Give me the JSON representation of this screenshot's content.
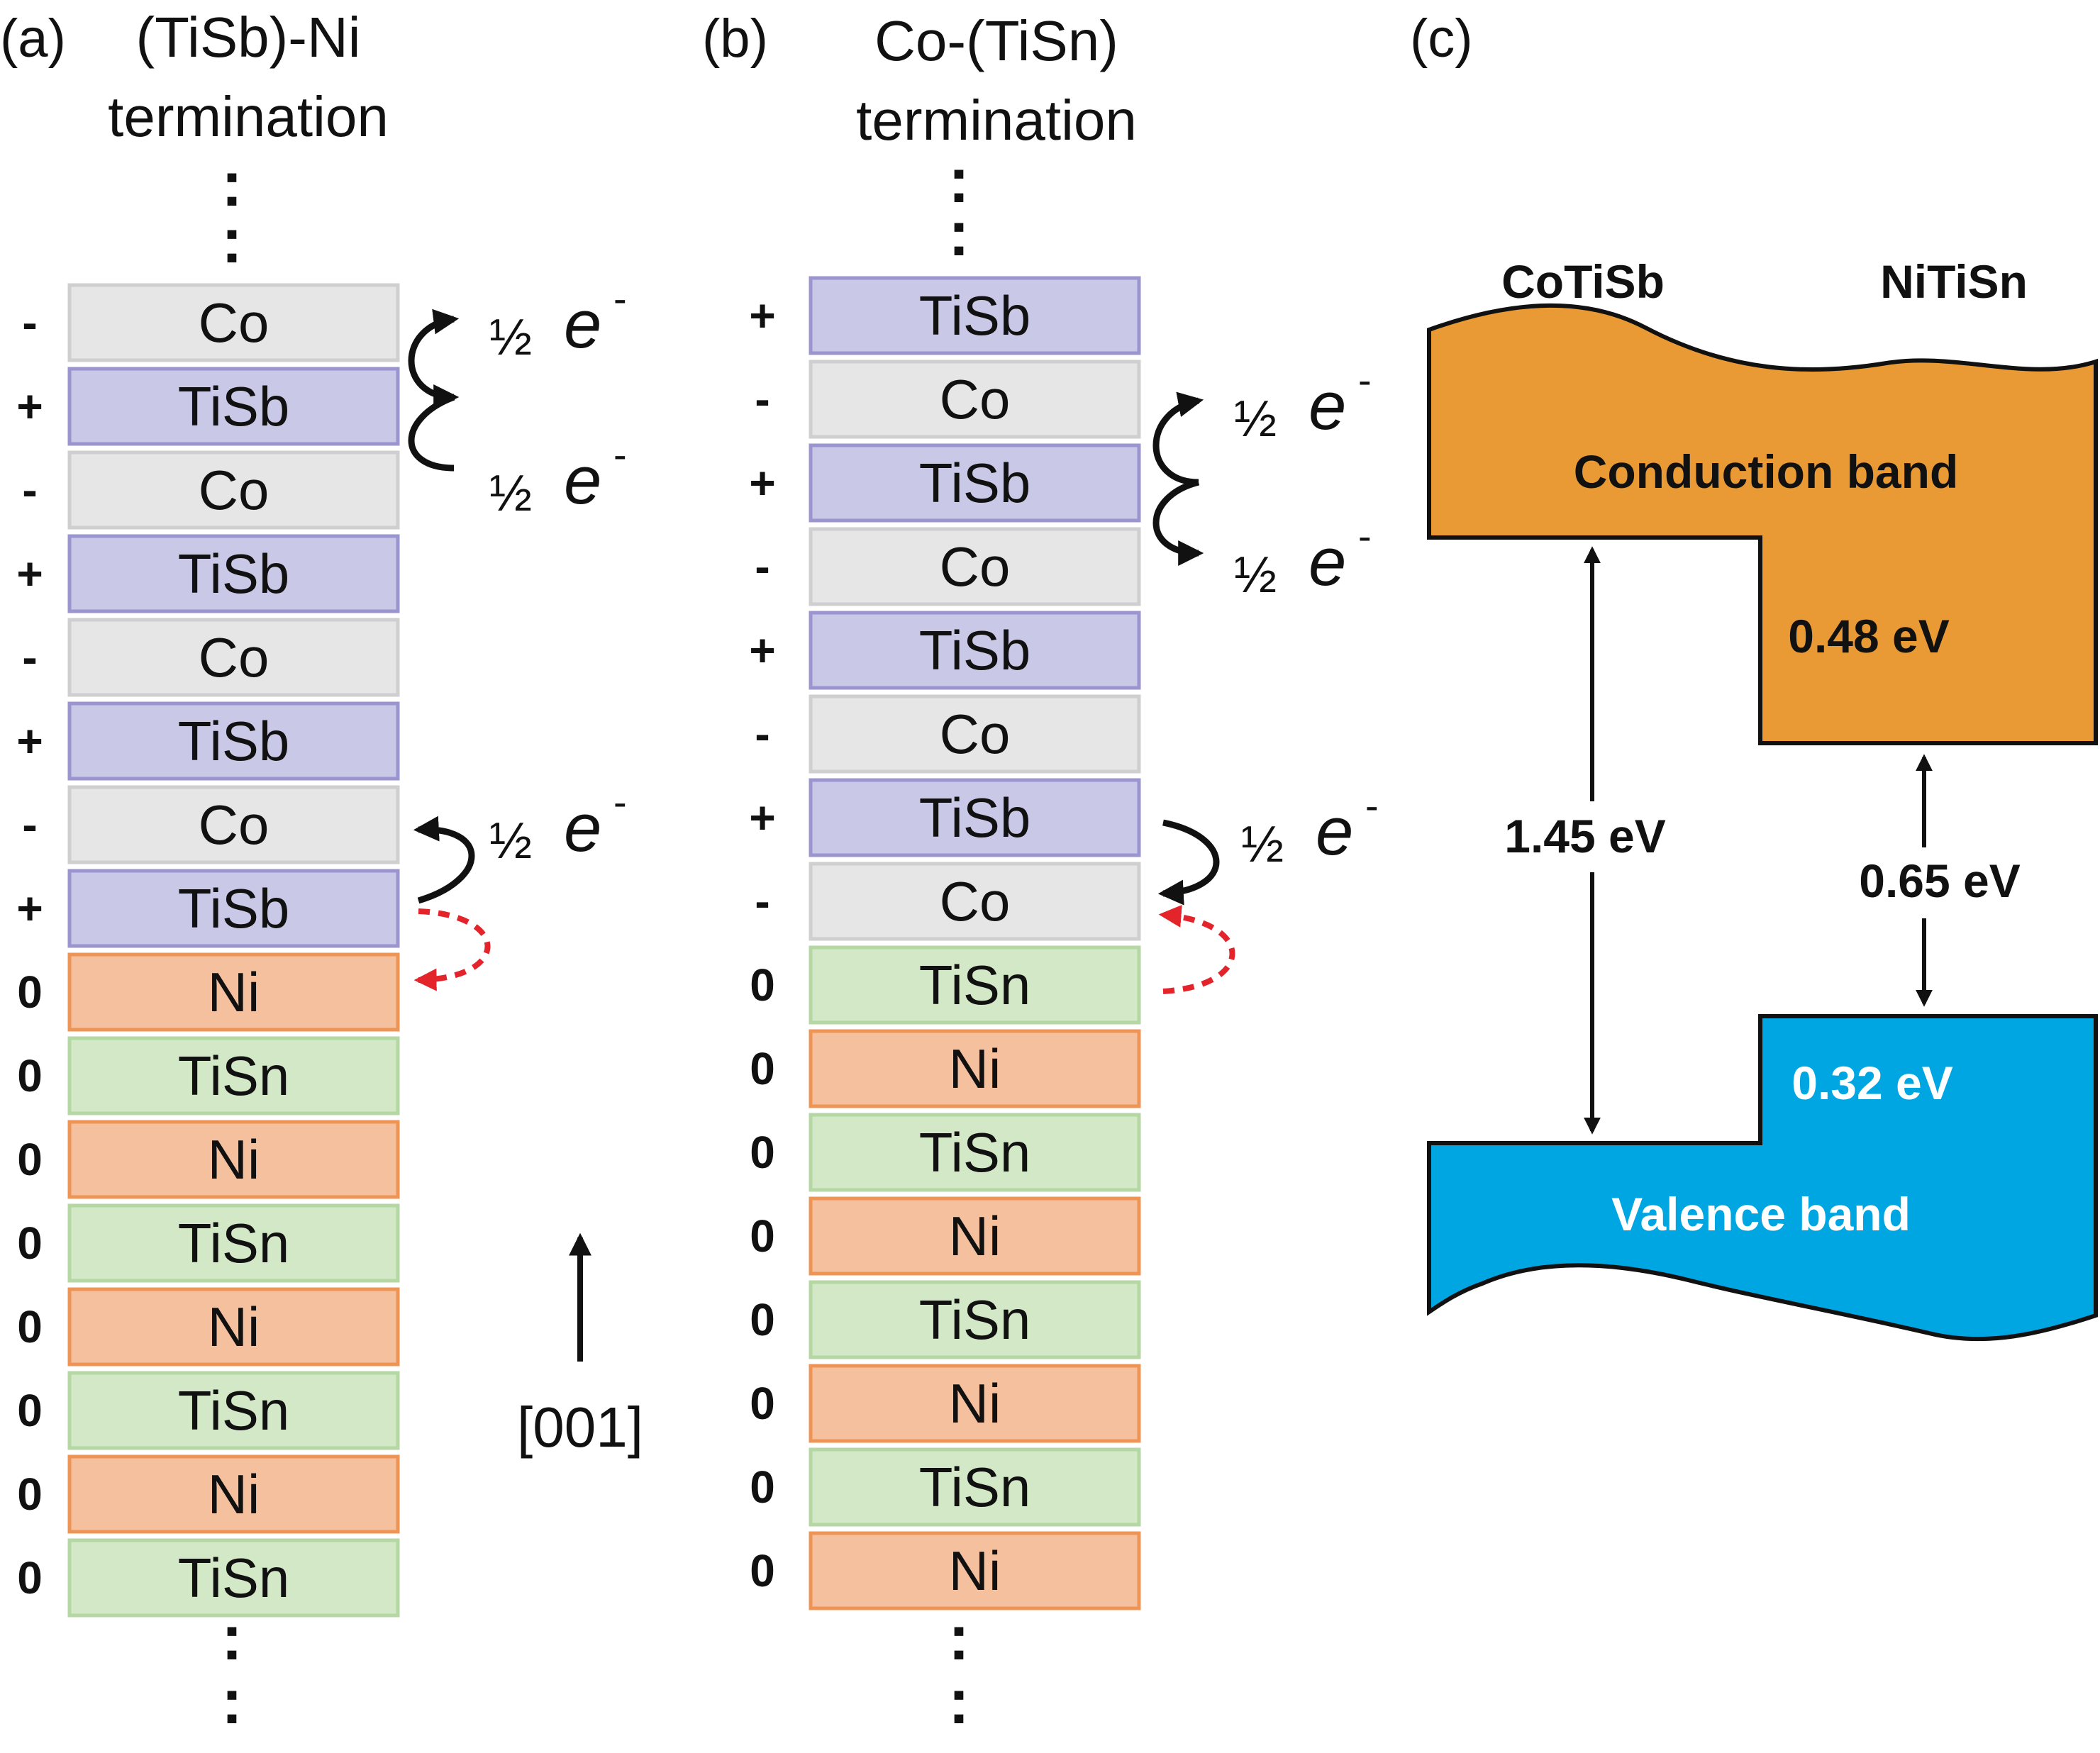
{
  "panel_a": {
    "label": "(a)",
    "title_line1": "(TiSb)-Ni",
    "title_line2": "termination",
    "layers": [
      "Co",
      "TiSb",
      "Co",
      "TiSb",
      "Co",
      "TiSb",
      "Co",
      "TiSb",
      "Ni",
      "TiSn",
      "Ni",
      "TiSn",
      "Ni",
      "TiSn",
      "Ni",
      "TiSn"
    ],
    "charges": [
      "-",
      "+",
      "-",
      "+",
      "-",
      "+",
      "-",
      "+",
      "0",
      "0",
      "0",
      "0",
      "0",
      "0",
      "0",
      "0"
    ],
    "transfer_half": "½",
    "transfer_e": "e",
    "transfer_sup": "-",
    "direction_label": "[001]"
  },
  "panel_b": {
    "label": "(b)",
    "title_line1": "Co-(TiSn)",
    "title_line2": "termination",
    "layers": [
      "TiSb",
      "Co",
      "TiSb",
      "Co",
      "TiSb",
      "Co",
      "TiSb",
      "Co",
      "TiSn",
      "Ni",
      "TiSn",
      "Ni",
      "TiSn",
      "Ni",
      "TiSn",
      "Ni"
    ],
    "charges": [
      "+",
      "-",
      "+",
      "-",
      "+",
      "-",
      "+",
      "-",
      "0",
      "0",
      "0",
      "0",
      "0",
      "0",
      "0",
      "0"
    ],
    "transfer_half": "½",
    "transfer_e": "e",
    "transfer_sup": "-"
  },
  "panel_c": {
    "label": "(c)",
    "left_material": "CoTiSb",
    "right_material": "NiTiSn",
    "conduction_band": "Conduction band",
    "valence_band": "Valence band",
    "cb_offset": "0.48 eV",
    "vb_offset": "0.32 eV",
    "gap_left": "1.45 eV",
    "gap_right": "0.65 eV"
  },
  "ellipsis": ":",
  "colors": {
    "Co": "#e6e6e6",
    "TiSb": "#cac8e7",
    "Ni": "#f4c09e",
    "TiSn": "#d2e8c6",
    "conduction": "#e99a34",
    "valence": "#00a6e2"
  }
}
